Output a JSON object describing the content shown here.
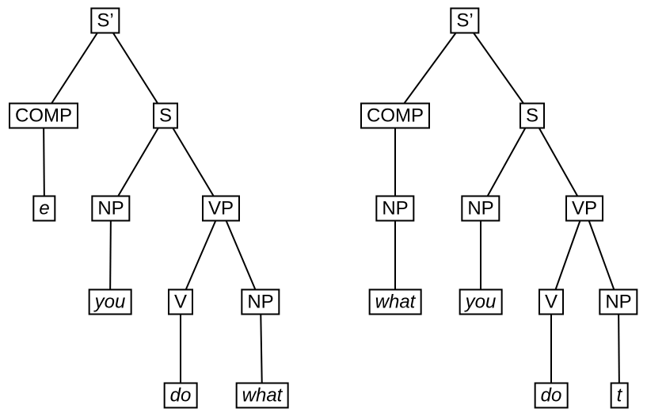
{
  "figure": {
    "background": "#ffffff",
    "line_color": "#000000",
    "text_color": "#000000",
    "diagram_type": "syntax-tree-pair"
  },
  "trees": [
    {
      "name": "left-tree",
      "nodes": {
        "s_bar": "S’",
        "comp": "COMP",
        "e": "e",
        "s": "S",
        "np_subj": "NP",
        "vp": "VP",
        "you": "you",
        "v": "V",
        "np_obj": "NP",
        "do": "do",
        "what": "what"
      },
      "edges": [
        [
          "s_bar",
          "comp"
        ],
        [
          "s_bar",
          "s"
        ],
        [
          "comp",
          "e"
        ],
        [
          "s",
          "np_subj"
        ],
        [
          "s",
          "vp"
        ],
        [
          "np_subj",
          "you"
        ],
        [
          "vp",
          "v"
        ],
        [
          "vp",
          "np_obj"
        ],
        [
          "v",
          "do"
        ],
        [
          "np_obj",
          "what"
        ]
      ]
    },
    {
      "name": "right-tree",
      "nodes": {
        "s_bar": "S’",
        "comp": "COMP",
        "np_comp": "NP",
        "what": "what",
        "s": "S",
        "np_subj": "NP",
        "you": "you",
        "vp": "VP",
        "v": "V",
        "np_obj": "NP",
        "do": "do",
        "t": "t"
      },
      "edges": [
        [
          "s_bar",
          "comp"
        ],
        [
          "s_bar",
          "s"
        ],
        [
          "comp",
          "np_comp"
        ],
        [
          "np_comp",
          "what"
        ],
        [
          "s",
          "np_subj"
        ],
        [
          "s",
          "vp"
        ],
        [
          "np_subj",
          "you"
        ],
        [
          "vp",
          "v"
        ],
        [
          "vp",
          "np_obj"
        ],
        [
          "v",
          "do"
        ],
        [
          "np_obj",
          "t"
        ]
      ]
    }
  ]
}
